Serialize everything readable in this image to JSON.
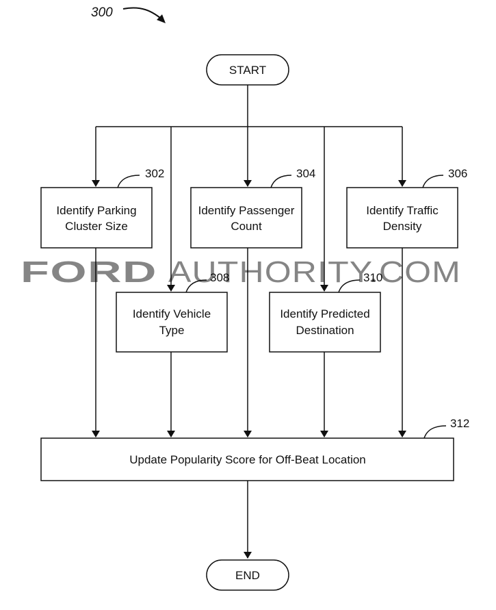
{
  "figure_number": "300",
  "nodes": {
    "start": {
      "label": "START"
    },
    "step_302": {
      "ref": "302",
      "lines": [
        "Identify Parking",
        "Cluster Size"
      ]
    },
    "step_304": {
      "ref": "304",
      "lines": [
        "Identify Passenger",
        "Count"
      ]
    },
    "step_306": {
      "ref": "306",
      "lines": [
        "Identify Traffic",
        "Density"
      ]
    },
    "step_308": {
      "ref": "308",
      "lines": [
        "Identify Vehicle",
        "Type"
      ]
    },
    "step_310": {
      "ref": "310",
      "lines": [
        "Identify Predicted",
        "Destination"
      ]
    },
    "step_312": {
      "ref": "312",
      "lines": [
        "Update Popularity Score for Off-Beat Location"
      ]
    },
    "end": {
      "label": "END"
    }
  },
  "watermark": {
    "brand": "FORD",
    "rest": "AUTHORITY.COM"
  },
  "colors": {
    "line": "#111111",
    "background": "#ffffff",
    "watermark": "#7a7a7a"
  }
}
